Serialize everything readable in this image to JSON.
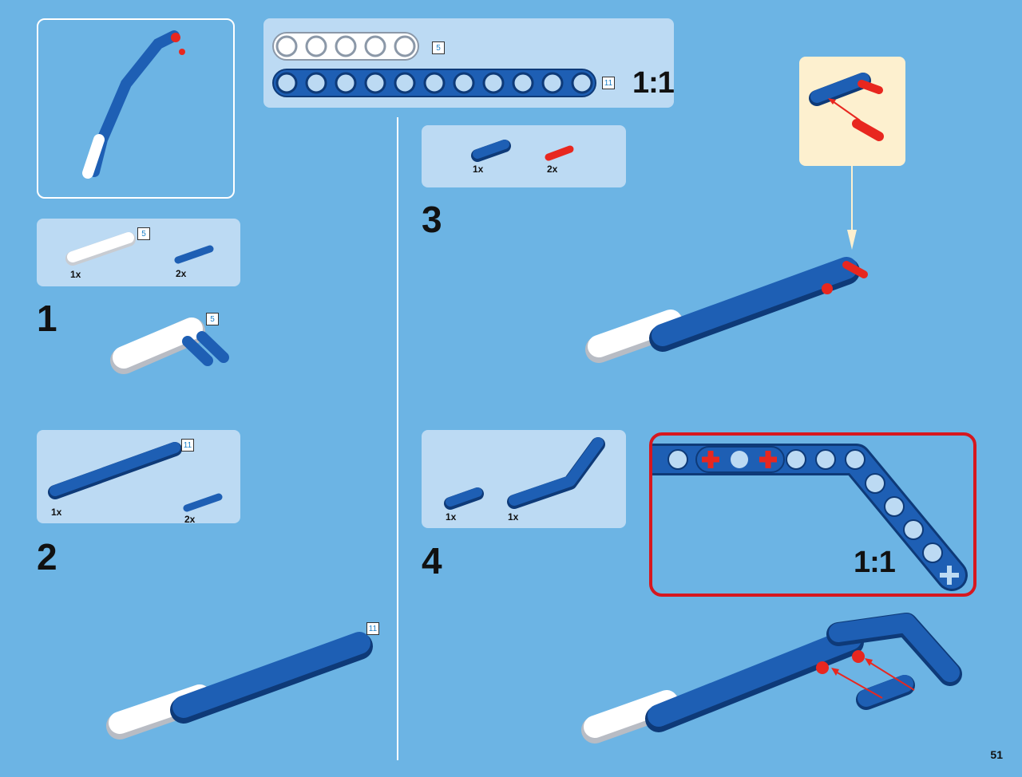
{
  "colors": {
    "background": "#6cb4e4",
    "panel": "#bcdaf3",
    "beam_blue": "#1e5fb4",
    "beam_white": "#ffffff",
    "pin_red": "#e8271f",
    "frame_red": "#d6171f",
    "callout": "#fdf0cf"
  },
  "top_scale": {
    "beams": [
      {
        "length_tag": "5",
        "color": "white"
      },
      {
        "length_tag": "11",
        "color": "blue"
      }
    ],
    "scale_label": "1:1"
  },
  "steps": [
    {
      "number": "1",
      "parts": [
        {
          "qty": "1x",
          "name": "white-beam-5"
        },
        {
          "qty": "2x",
          "name": "blue-axle-pin"
        }
      ],
      "length_tag_panel": "5",
      "length_tag_build": "5"
    },
    {
      "number": "2",
      "parts": [
        {
          "qty": "1x",
          "name": "blue-beam-11"
        },
        {
          "qty": "2x",
          "name": "blue-axle-pin"
        }
      ],
      "length_tag_panel": "11",
      "length_tag_build": "11"
    },
    {
      "number": "3",
      "parts": [
        {
          "qty": "1x",
          "name": "blue-beam-3"
        },
        {
          "qty": "2x",
          "name": "red-axle-pin"
        }
      ]
    },
    {
      "number": "4",
      "parts": [
        {
          "qty": "1x",
          "name": "blue-beam-3"
        },
        {
          "qty": "1x",
          "name": "blue-bent-beam"
        }
      ],
      "scale_label": "1:1"
    }
  ],
  "page_number": "51"
}
